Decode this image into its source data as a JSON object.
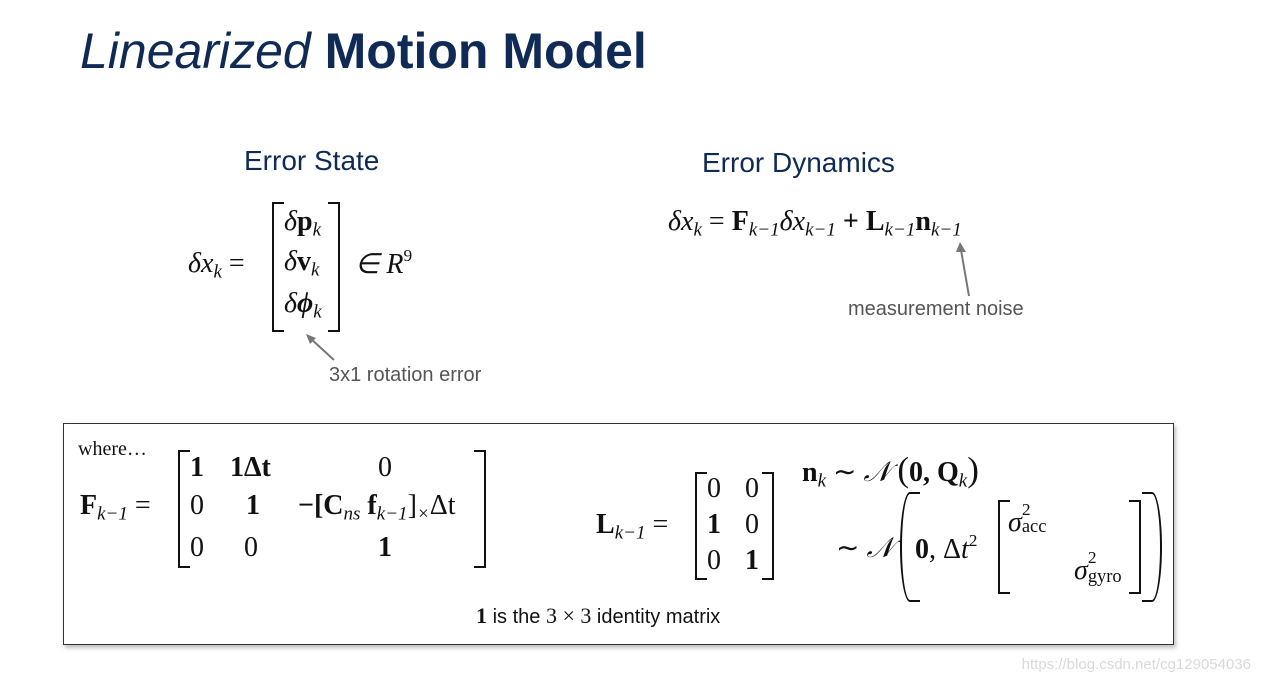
{
  "title": {
    "italic": "Linearized",
    "bold": "Motion Model"
  },
  "error_state": {
    "heading": "Error State",
    "lhs": "δx",
    "lhs_sub": "k",
    "eq": "=",
    "rows": [
      {
        "delta": "δ",
        "sym": "p",
        "sub": "k"
      },
      {
        "delta": "δ",
        "sym": "v",
        "sub": "k"
      },
      {
        "delta": "δ",
        "sym": "ϕ",
        "sub": "k"
      }
    ],
    "membership": "∈ R",
    "membership_sup": "9",
    "annotation": "3x1 rotation error"
  },
  "error_dynamics": {
    "heading": "Error Dynamics",
    "annotation": "measurement noise",
    "eq": {
      "lhs": "δx",
      "lhs_sub": "k",
      "eq": "=",
      "F": "F",
      "F_sub": "k−1",
      "dx": "δx",
      "dx_sub": "k−1",
      "plus": "+",
      "L": "L",
      "L_sub": "k−1",
      "n": "n",
      "n_sub": "k−1"
    }
  },
  "where_box": {
    "where": "where…",
    "F_lhs": "F",
    "F_lhs_sub": "k−1",
    "F_eq": "=",
    "F_matrix": {
      "r1": [
        "1",
        "1Δt",
        "0"
      ],
      "r2": [
        "0",
        "1",
        "−[C",
        "ns",
        "f",
        "k−1",
        "]",
        "×",
        "Δt"
      ],
      "r3": [
        "0",
        "0",
        "1"
      ]
    },
    "L_lhs": "L",
    "L_lhs_sub": "k−1",
    "L_eq": "=",
    "L_matrix": [
      [
        "0",
        "0"
      ],
      [
        "1",
        "0"
      ],
      [
        "0",
        "1"
      ]
    ],
    "noise_line1": {
      "n": "n",
      "n_sub": "k",
      "sim": "∼",
      "N": "𝒩",
      "args": "0, Q",
      "args_sub": "k"
    },
    "noise_line2": {
      "sim": "∼",
      "N": "𝒩",
      "zero": "0, Δt",
      "zero_sup": "2",
      "sigma": "σ",
      "acc_sup": "2",
      "acc_sub": "acc",
      "gyro_sup": "2",
      "gyro_sub": "gyro"
    },
    "identity_note": {
      "one": "1",
      "text1": "is the",
      "dims": "3 × 3",
      "text2": "identity matrix"
    }
  },
  "watermark": "https://blog.csdn.net/cg129054036"
}
